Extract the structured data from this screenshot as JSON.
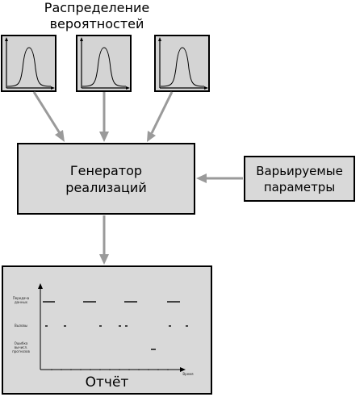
{
  "title_line1": "Распределение",
  "title_line2": "вероятностей",
  "generator": {
    "line1": "Генератор",
    "line2": "реализаций"
  },
  "variable": {
    "line1": "Варьируемые",
    "line2": "параметры"
  },
  "report": {
    "title": "Отчёт",
    "row1_line1": "Передача",
    "row1_line2": "данных",
    "row2": "Вызовы",
    "row3_line1": "Ошибка",
    "row3_line2": "вычисл.",
    "row3_line3": "прогнозов",
    "x_label": "Время"
  },
  "colors": {
    "box_fill": "#d9d9d9",
    "arrow": "#9a9a9a"
  }
}
